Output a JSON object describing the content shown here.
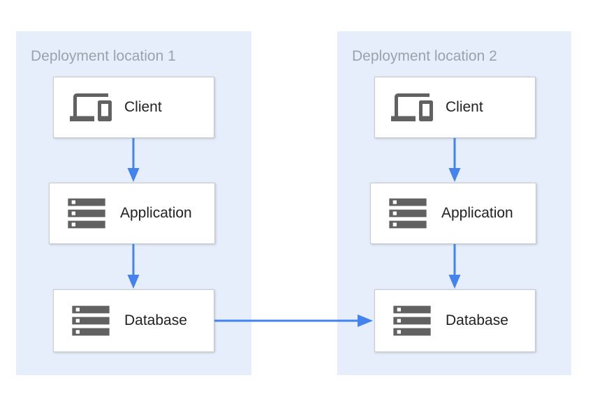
{
  "diagram": {
    "zones": [
      {
        "id": "deployment-location-1",
        "title": "Deployment location 1",
        "nodes": [
          {
            "id": "client-1",
            "label": "Client",
            "icon": "devices-icon"
          },
          {
            "id": "application-1",
            "label": "Application",
            "icon": "server-stack-icon"
          },
          {
            "id": "database-1",
            "label": "Database",
            "icon": "server-stack-icon"
          }
        ]
      },
      {
        "id": "deployment-location-2",
        "title": "Deployment location 2",
        "nodes": [
          {
            "id": "client-2",
            "label": "Client",
            "icon": "devices-icon"
          },
          {
            "id": "application-2",
            "label": "Application",
            "icon": "server-stack-icon"
          },
          {
            "id": "database-2",
            "label": "Database",
            "icon": "server-stack-icon"
          }
        ]
      }
    ],
    "connections": [
      {
        "from": "client-1",
        "to": "application-1",
        "direction": "down"
      },
      {
        "from": "application-1",
        "to": "database-1",
        "direction": "down"
      },
      {
        "from": "client-2",
        "to": "application-2",
        "direction": "down"
      },
      {
        "from": "application-2",
        "to": "database-2",
        "direction": "down"
      },
      {
        "from": "database-1",
        "to": "database-2",
        "direction": "right"
      }
    ],
    "colors": {
      "zone_background": "#e5eefa",
      "zone_title_text": "#9aa3ac",
      "node_background": "#ffffff",
      "node_border": "#c9cdd1",
      "node_label_text": "#212121",
      "icon": "#616161",
      "arrow": "#4383f0"
    }
  }
}
